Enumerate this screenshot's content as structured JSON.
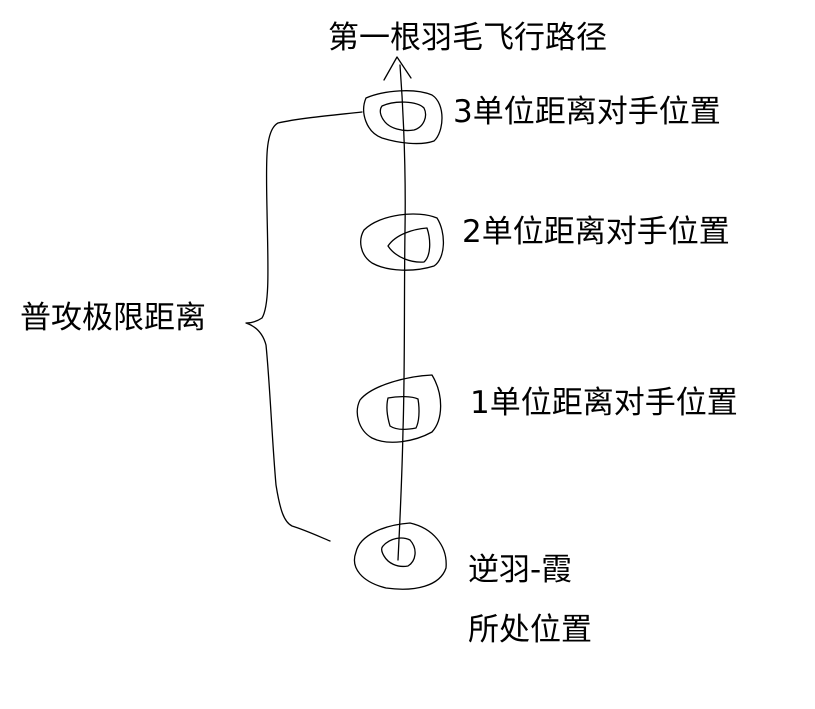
{
  "title": "第一根羽毛飞行路径",
  "opponent_positions": [
    {
      "label": "3单位距离对手位置"
    },
    {
      "label": "2单位距离对手位置"
    },
    {
      "label": "1单位距离对手位置"
    }
  ],
  "range_label": "普攻极限距离",
  "self_position": {
    "line1": "逆羽-霞",
    "line2": "所处位置"
  },
  "colors": {
    "ink": "#000000",
    "background": "#ffffff"
  }
}
